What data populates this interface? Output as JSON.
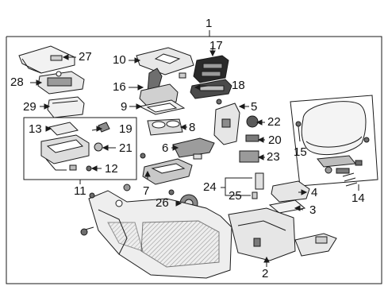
{
  "diagram": {
    "assembly_callout": "1",
    "callouts": [
      "2",
      "3",
      "4",
      "5",
      "6",
      "7",
      "8",
      "9",
      "10",
      "11",
      "12",
      "13",
      "14",
      "15",
      "16",
      "17",
      "18",
      "19",
      "20",
      "21",
      "22",
      "23",
      "24",
      "25",
      "26",
      "27",
      "28",
      "29"
    ],
    "line_color": "#1a1a1a",
    "fill_light": "#f4f4f4",
    "fill_mid": "#d9d9d9",
    "fill_dark": "#8c8c8c",
    "hatch_color": "#444444"
  }
}
